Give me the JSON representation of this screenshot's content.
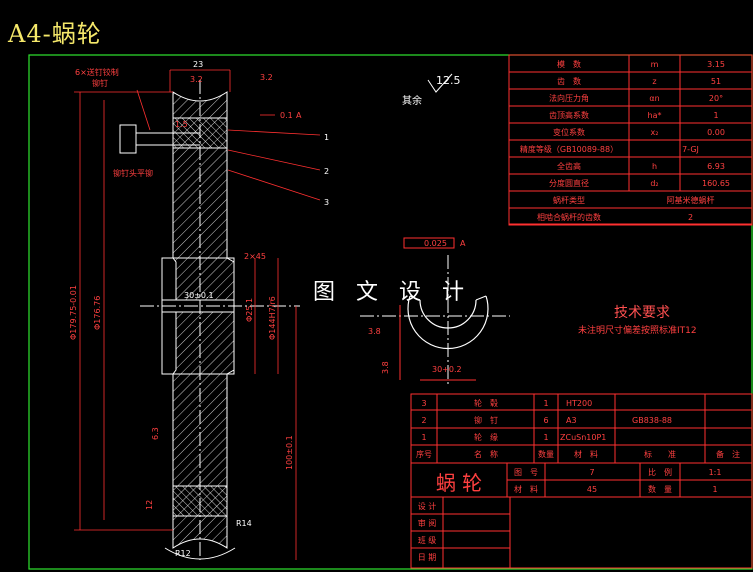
{
  "title": "A4-蜗轮",
  "watermark": "图 文 设 计",
  "colors": {
    "frame": "#2ee62e",
    "red": "#ff2a2a",
    "white": "#ffffff",
    "yellow": "#f5e86a",
    "cyan": "#00d8d8"
  },
  "drawing": {
    "note_left_top": "6×送钉铰制",
    "note_left_top2": "铆钉",
    "note_left_mid": "铆钉头平铆",
    "dims": {
      "d23": "23",
      "r32a": "3.2",
      "r32b": "3.2",
      "tol": "0.1",
      "tolA": "A",
      "d15": "1.5",
      "d2x45": "2×45",
      "d30": "30±0.1",
      "d25": "Φ25.1",
      "d144": "Φ144H7/r6",
      "d179": "Φ179.75-0.01",
      "d176": "Φ176.76",
      "d63": "6.3",
      "d12": "12",
      "r12": "R12",
      "r14": "R14",
      "d100": "100±0.1",
      "d125": "12.5",
      "rest": "其余",
      "tol2": "0.025",
      "tol2A": "A",
      "d38": "3.8",
      "d30b": "30+0.2",
      "d38b": "3.8",
      "lead1": "1",
      "lead2": "2",
      "lead3": "3"
    }
  },
  "param_table": [
    [
      "模　数",
      "m",
      "3.15"
    ],
    [
      "齿　数",
      "z",
      "51"
    ],
    [
      "法向压力角",
      "αn",
      "20°"
    ],
    [
      "齿顶高系数",
      "ha*",
      "1"
    ],
    [
      "变位系数",
      "x₂",
      "0.00"
    ],
    [
      "精度等级（GB10089-88）",
      "",
      "7-GJ"
    ],
    [
      "全齿高",
      "h",
      "6.93"
    ],
    [
      "分度圆直径",
      "d₂",
      "160.65"
    ],
    [
      "蜗杆类型",
      "",
      "阿基米德蜗杆"
    ],
    [
      "相啮合蜗杆的齿数",
      "",
      "2"
    ]
  ],
  "tech": {
    "heading": "技术要求",
    "line1": "未注明尺寸偏差按照标准IT12"
  },
  "bom": {
    "rows": [
      [
        "3",
        "轮　毂",
        "1",
        "HT200",
        ""
      ],
      [
        "2",
        "铆　钉",
        "6",
        "A3",
        "GB838-88"
      ],
      [
        "1",
        "轮　缘",
        "1",
        "ZCuSn10P1",
        ""
      ]
    ],
    "header": [
      "序号",
      "名　称",
      "数量",
      "材　料",
      "标　　准",
      "备　注"
    ]
  },
  "title_block": {
    "name": "蜗 轮",
    "fig_no_label": "图　号",
    "fig_no": "7",
    "scale_label": "比　例",
    "scale": "1:1",
    "material_label": "材　料",
    "material": "45",
    "qty_label": "数　量",
    "qty": "1",
    "roles": [
      "设 计",
      "审 阅",
      "班 级",
      "日 期"
    ]
  }
}
